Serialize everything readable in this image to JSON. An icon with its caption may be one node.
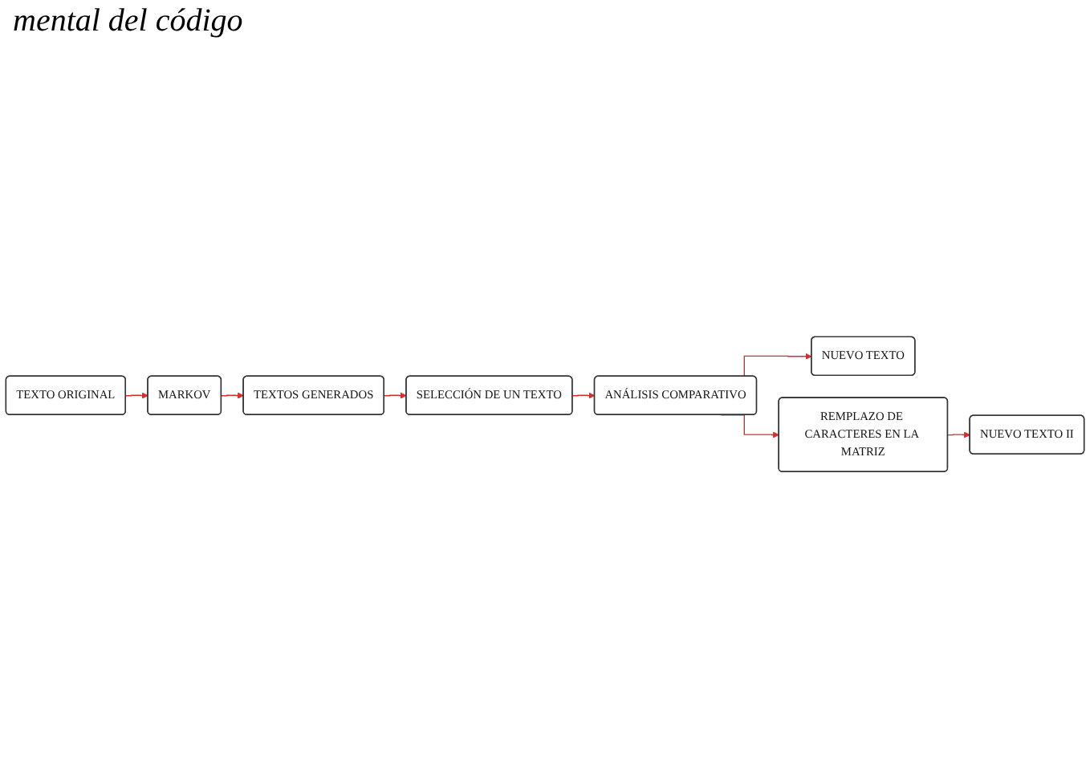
{
  "diagram": {
    "nodes": [
      {
        "text": [
          "TEXTO ORIGINAL"
        ]
      },
      {
        "text": [
          "MARKOV"
        ]
      },
      {
        "text": [
          "TEXTOS GENERADOS"
        ]
      },
      {
        "text": [
          "SELECCIÓN DE UN TEXTO"
        ]
      },
      {
        "text": [
          "ANÁLISIS COMPARATIVO"
        ]
      },
      {
        "text": [
          "NUEVO TEXTO"
        ]
      },
      {
        "text": [
          "REMPLAZO DE CARACTERES EN LA MATRIZ"
        ]
      },
      {
        "text": [
          "NUEVO TEXTO II"
        ]
      }
    ],
    "edges": [
      {
        "from": 0,
        "to": 1,
        "arrow": "to"
      },
      {
        "from": 1,
        "to": 2,
        "arrow": "to"
      },
      {
        "from": 2,
        "to": 3,
        "arrow": "to"
      },
      {
        "from": 3,
        "to": 4,
        "arrow": "to"
      },
      {
        "from": 4,
        "to": 5,
        "arrow": "to"
      },
      {
        "from": 4,
        "to": 6,
        "arrow": "to"
      },
      {
        "from": 6,
        "to": 7,
        "arrow": "to"
      }
    ],
    "labels": [
      "mental del código"
    ]
  }
}
